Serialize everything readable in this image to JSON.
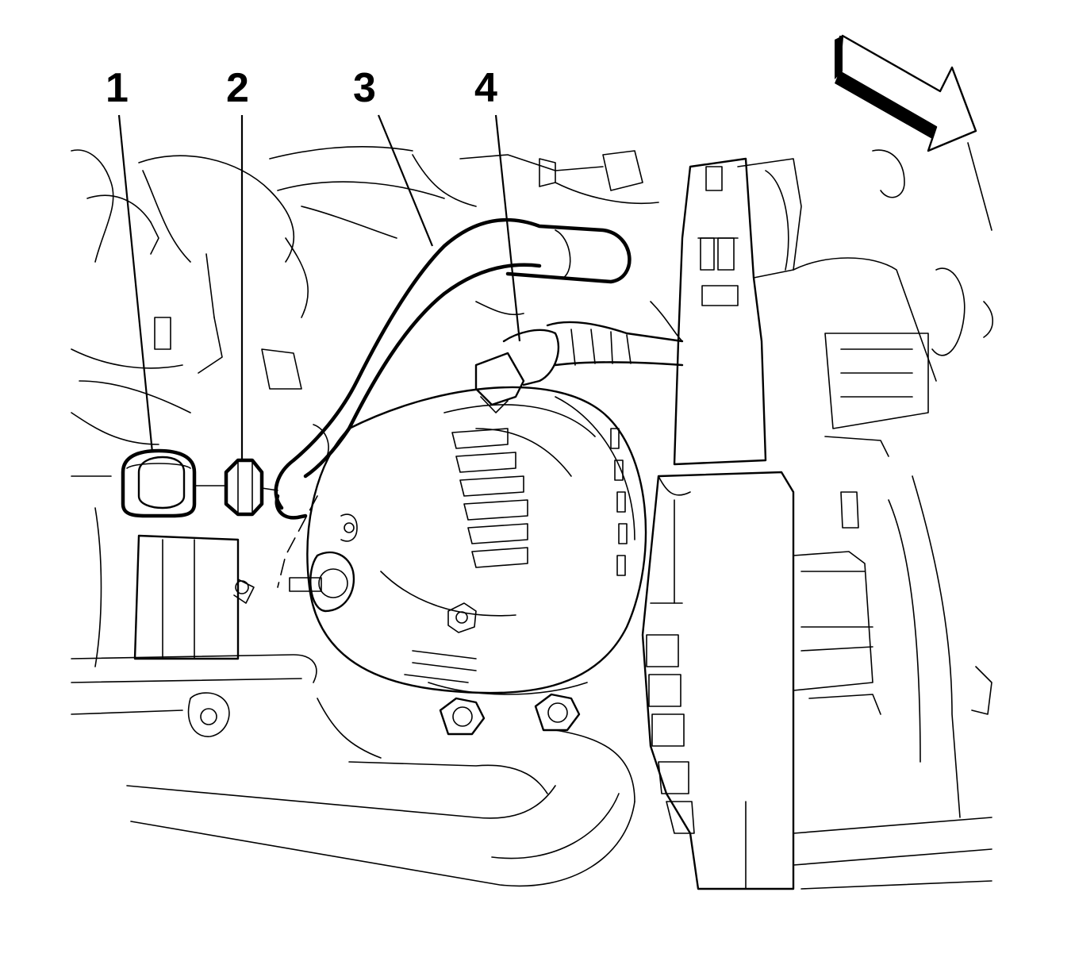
{
  "callouts": [
    {
      "id": 1,
      "label": "1"
    },
    {
      "id": 2,
      "label": "2"
    },
    {
      "id": 3,
      "label": "3"
    },
    {
      "id": 4,
      "label": "4"
    }
  ],
  "colors": {
    "line": "#000000",
    "background": "#ffffff"
  },
  "icons": {
    "direction_arrow": "front-direction-arrow-icon"
  }
}
